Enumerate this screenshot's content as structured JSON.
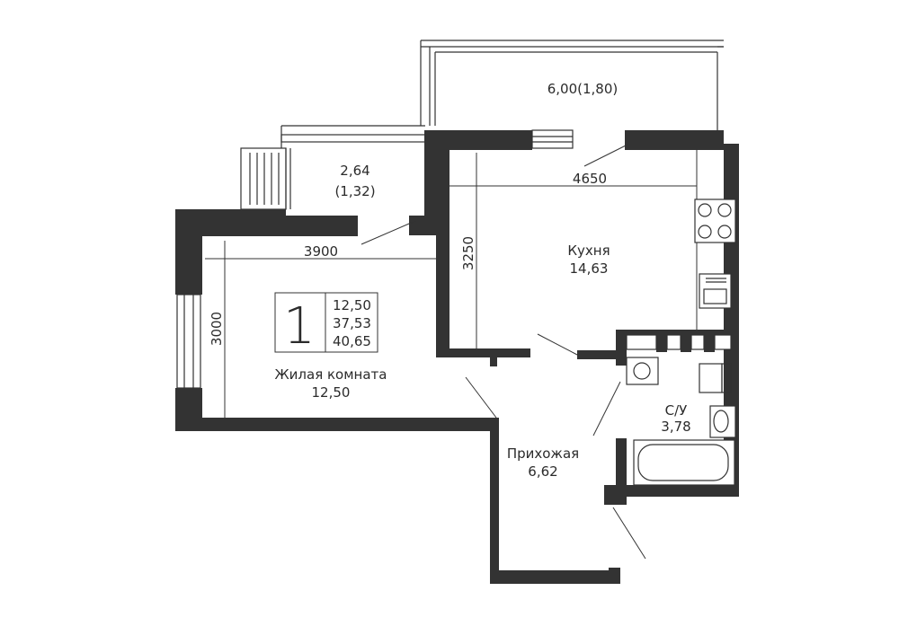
{
  "plan": {
    "rooms": {
      "living": {
        "name": "Жилая комната",
        "area": "12,50"
      },
      "kitchen": {
        "name": "Кухня",
        "area": "14,63"
      },
      "hall": {
        "name": "Прихожая",
        "area": "6,62"
      },
      "bath": {
        "name": "С/У",
        "area": "3,78"
      },
      "loggia_big": {
        "area": "6,00(1,80)"
      },
      "loggia_small": {
        "area": "2,64",
        "reduced": "(1,32)"
      }
    },
    "dimensions": {
      "living_width": "3900",
      "living_depth": "3000",
      "kitchen_width": "4650",
      "kitchen_depth": "3250"
    },
    "summary": {
      "rooms_count": "1",
      "living_area": "12,50",
      "total_area": "37,53",
      "total_with_balcony": "40,65"
    }
  }
}
